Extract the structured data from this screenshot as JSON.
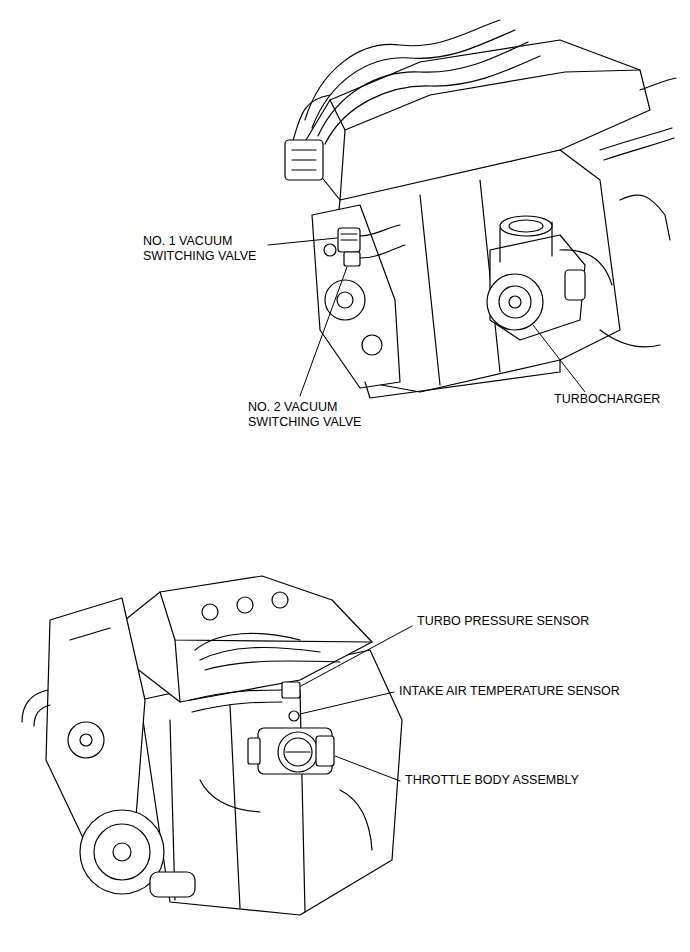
{
  "diagram": {
    "labels": [
      "NO. 1 VACUUM SWITCHING VALVE",
      "NO. 2 VACUUM SWITCHING VALVE",
      "TURBOCHARGER",
      "TURBO PRESSURE SENSOR",
      "INTAKE AIR TEMPERATURE SENSOR",
      "THROTTLE BODY ASSEMBLY"
    ]
  }
}
